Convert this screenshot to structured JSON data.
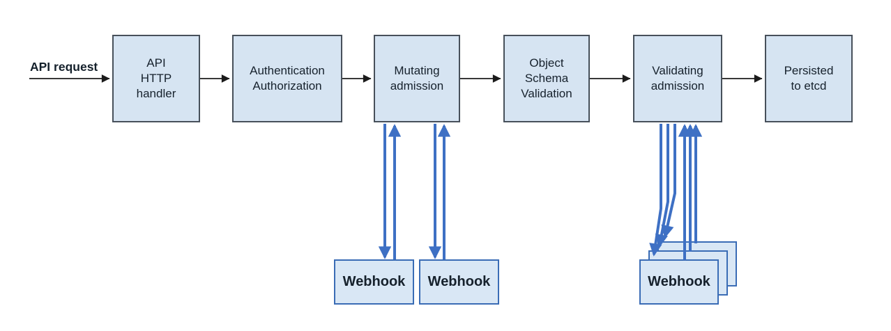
{
  "request_label": "API request",
  "pipeline": [
    {
      "id": "api-http-handler",
      "label": "API\nHTTP\nhandler"
    },
    {
      "id": "authentication-authorization",
      "label": "Authentication\nAuthorization"
    },
    {
      "id": "mutating-admission",
      "label": "Mutating\nadmission"
    },
    {
      "id": "object-schema-validation",
      "label": "Object\nSchema\nValidation"
    },
    {
      "id": "validating-admission",
      "label": "Validating\nadmission"
    },
    {
      "id": "persisted-to-etcd",
      "label": "Persisted\nto etcd"
    }
  ],
  "mutating_webhooks": [
    {
      "label": "Webhook"
    },
    {
      "label": "Webhook"
    }
  ],
  "validating_webhooks": {
    "visible_label": "Webhook",
    "stack_count": 3
  },
  "colors": {
    "box_fill": "#d6e4f2",
    "pipeline_border": "#47505a",
    "webhook_border": "#3a6cb5",
    "black_arrow": "#1b1b1b",
    "blue_arrow": "#3e70c4"
  }
}
